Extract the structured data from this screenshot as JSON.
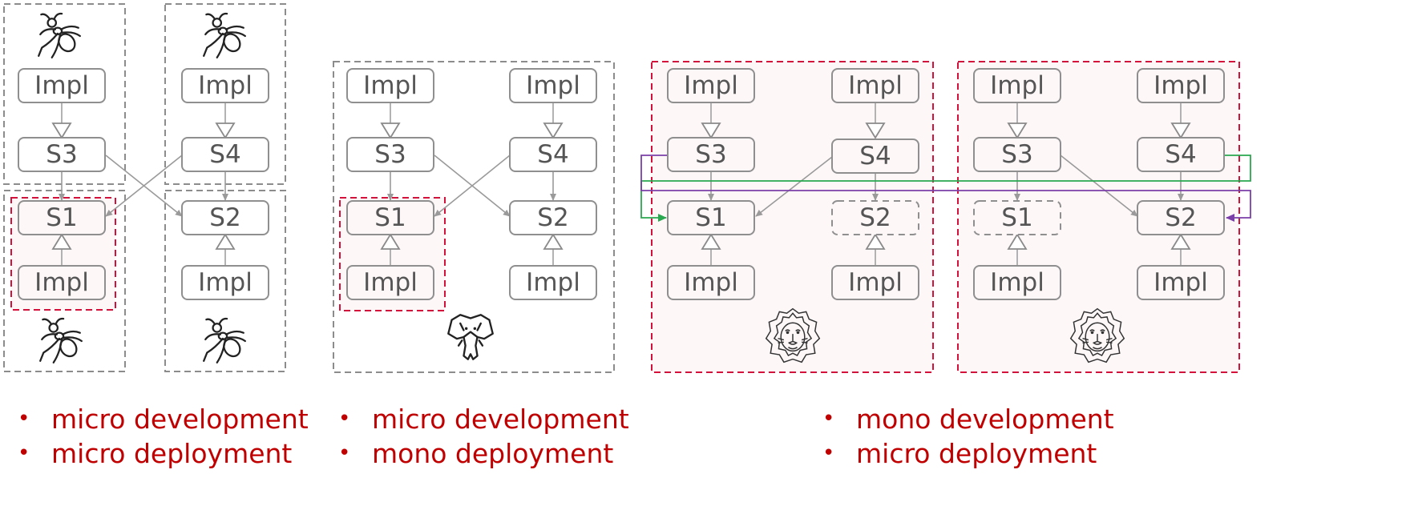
{
  "nodes": {
    "impl": "Impl",
    "s1": "S1",
    "s2": "S2",
    "s3": "S3",
    "s4": "S4"
  },
  "captions": [
    {
      "lines": [
        "micro development",
        "micro deployment"
      ]
    },
    {
      "lines": [
        "micro development",
        "mono deployment"
      ]
    },
    {
      "lines": [
        "mono development",
        "micro deployment"
      ]
    }
  ],
  "colors": {
    "caption": "#c00000",
    "group_highlight": "#d4113a",
    "highlight_fill": "#fdf7f8",
    "node_border": "#8f8f8f",
    "node_text": "#555555",
    "connector_green": "#2aa84f",
    "connector_purple": "#7a3fa8"
  },
  "icons": {
    "micro_deployment_unit": "ant-icon",
    "mono_deployment_unit": "elephant-icon",
    "mono_development_unit": "lion-icon"
  }
}
